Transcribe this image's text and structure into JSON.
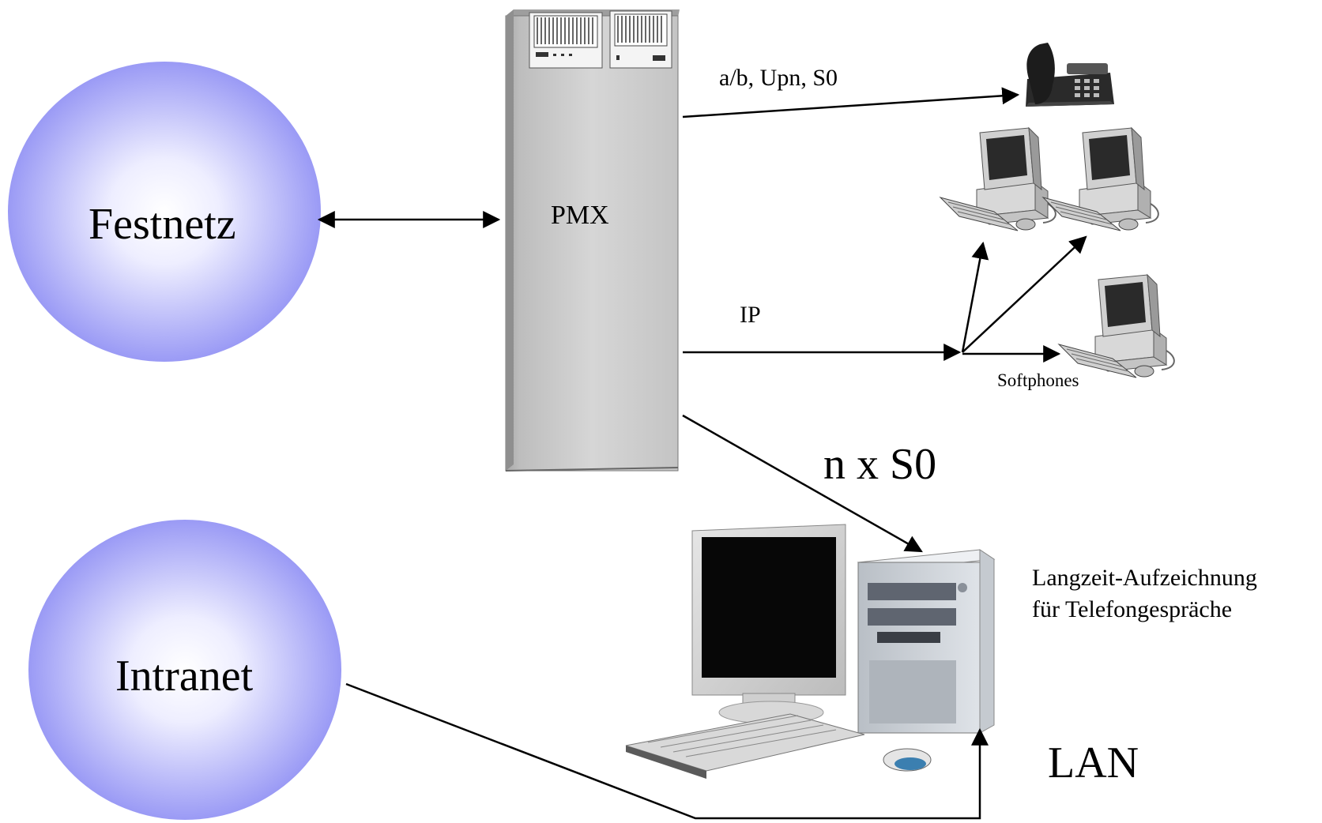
{
  "nodes": {
    "festnetz": {
      "label": "Festnetz"
    },
    "intranet": {
      "label": "Intranet"
    },
    "pmx": {
      "label": "PMX"
    },
    "desk_phone": {
      "icon": "desk-phone-icon"
    },
    "softphones": {
      "label": "Softphones",
      "icon": "desktop-computer-icon"
    },
    "recorder": {
      "icon": "tower-pc-workstation-icon",
      "description_line1": "Langzeit-Aufzeichnung",
      "description_line2": "für Telefongespräche"
    }
  },
  "links": {
    "phone_link": "a/b, Upn, S0",
    "ip_link": "IP",
    "isdn_link": "n x S0",
    "lan_link": "LAN"
  },
  "colors": {
    "cloud_edge": "#9a9af5",
    "cloud_center": "#ffffff",
    "line": "#000000",
    "cabinet": "#cfcfcf"
  }
}
